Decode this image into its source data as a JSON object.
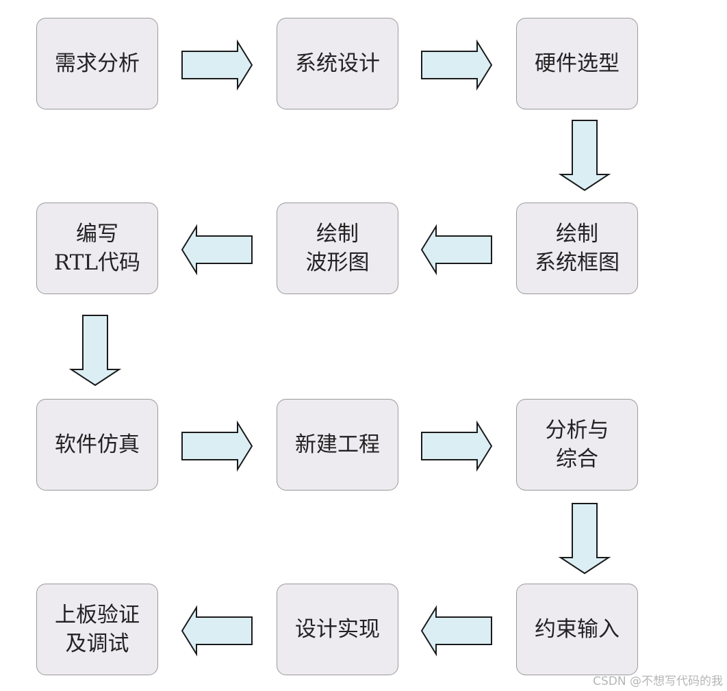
{
  "steps": {
    "s1": {
      "lines": [
        "需求分析"
      ]
    },
    "s2": {
      "lines": [
        "系统设计"
      ]
    },
    "s3": {
      "lines": [
        "硬件选型"
      ]
    },
    "s4": {
      "lines": [
        "绘制",
        "系统框图"
      ]
    },
    "s5": {
      "lines": [
        "绘制",
        "波形图"
      ]
    },
    "s6": {
      "lines": [
        "编写",
        "RTL代码"
      ]
    },
    "s7": {
      "lines": [
        "软件仿真"
      ]
    },
    "s8": {
      "lines": [
        "新建工程"
      ]
    },
    "s9": {
      "lines": [
        "分析与",
        "综合"
      ]
    },
    "s10": {
      "lines": [
        "约束输入"
      ]
    },
    "s11": {
      "lines": [
        "设计实现"
      ]
    },
    "s12": {
      "lines": [
        "上板验证",
        "及调试"
      ]
    }
  },
  "colors": {
    "box_fill": "#edeaf0",
    "box_border": "#9a9a9a",
    "arrow_fill": "#dbeef3",
    "arrow_stroke": "#1a1a1a",
    "watermark": "#b5b5b5"
  },
  "watermark": "CSDN @不想写代码的我"
}
